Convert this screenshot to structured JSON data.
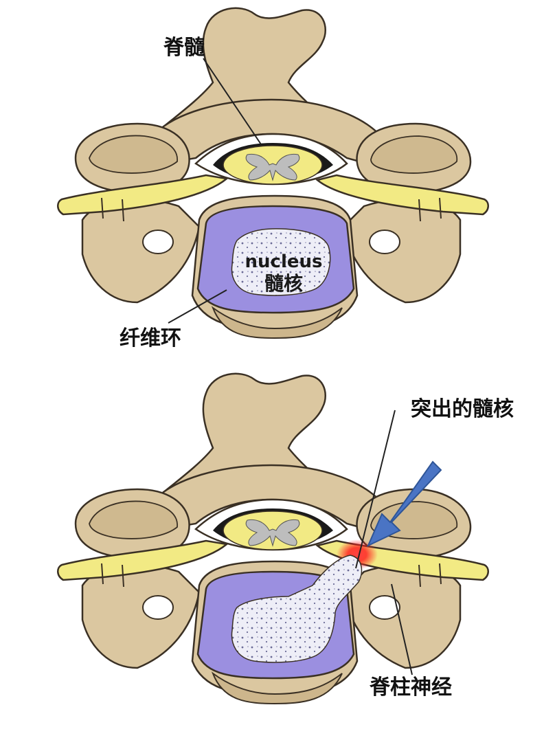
{
  "labels": {
    "top_spinal_cord": "脊髓",
    "top_nucleus_en": "nucleus",
    "top_nucleus_cn": "髓核",
    "top_annulus": "纤维环",
    "bottom_herniated": "突出的髓核",
    "bottom_spinal_nerve": "脊柱神经"
  },
  "colors": {
    "bone": "#dbc7a0",
    "bone_outline": "#3a3024",
    "nerve": "#f2ea84",
    "disc_annulus": "#9b8fe0",
    "disc_nucleus": "#eeeef7",
    "cord_black": "#1a1a1a",
    "gray_matter": "#bdbdbd",
    "arrow": "#4a74c4",
    "inflammation": "#e8322a"
  }
}
